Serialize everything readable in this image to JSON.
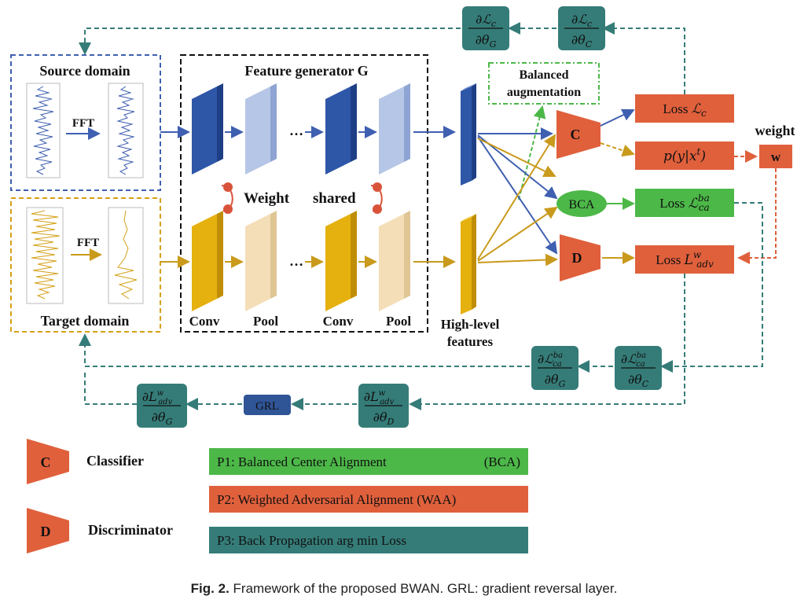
{
  "colors": {
    "source": "#3f5fb0",
    "target": "#d4a017",
    "orange": "#e0603c",
    "green": "#4cb848",
    "teal": "#357c78",
    "grl": "#2f5597",
    "arrow_blue": "#3f5fb0",
    "arrow_gold": "#c99a1c",
    "arrow_green": "#4cb848",
    "arrow_orange": "#e0603c",
    "arrow_teal": "#357c78"
  },
  "source_domain": {
    "title": "Source domain",
    "fft": "FFT"
  },
  "target_domain": {
    "title": "Target domain",
    "fft": "FFT"
  },
  "feature_generator": {
    "title": "Feature generator G",
    "weight": "Weight",
    "shared": "shared",
    "ellipsis": "…",
    "layer_labels": [
      "Conv",
      "Pool",
      "Conv",
      "Pool"
    ]
  },
  "high_level": {
    "line1": "High-level",
    "line2": "features"
  },
  "balanced_aug": {
    "line1": "Balanced",
    "line2": "augmentation"
  },
  "nodes": {
    "classifier": "C",
    "discriminator": "D",
    "bca": "BCA"
  },
  "losses": {
    "lc_prefix": "Loss ",
    "lc": "ℒ",
    "lc_sub": "c",
    "prob_p": "p(y|x",
    "prob_sup": "t",
    "prob_close": ")",
    "lca_prefix": "Loss ",
    "lca": "ℒ",
    "lca_sup": "ba",
    "lca_sub": "ca",
    "ladv_prefix": "Loss ",
    "ladv": "L",
    "ladv_sup": "w",
    "ladv_sub": "adv"
  },
  "weight": {
    "label": "weight",
    "symbol": "w"
  },
  "gradients": {
    "partial": "∂",
    "theta": "θ",
    "g1": {
      "num": "ℒ",
      "num_sub": "c",
      "num_sup": "",
      "den_sub": "G"
    },
    "g2": {
      "num": "ℒ",
      "num_sub": "c",
      "num_sup": "",
      "den_sub": "C"
    },
    "g3": {
      "num": "ℒ",
      "num_sub": "ca",
      "num_sup": "ba",
      "den_sub": "G"
    },
    "g4": {
      "num": "ℒ",
      "num_sub": "ca",
      "num_sup": "ba",
      "den_sub": "C"
    },
    "g5": {
      "num": "L",
      "num_sub": "adv",
      "num_sup": "w",
      "den_sub": "D"
    },
    "g6": {
      "num": "L",
      "num_sub": "adv",
      "num_sup": "w",
      "den_sub": "G"
    }
  },
  "grl": "GRL",
  "legend": {
    "classifier_symbol": "C",
    "classifier": "Classifier",
    "discriminator_symbol": "D",
    "discriminator": "Discriminator",
    "p1_left": "P1: Balanced  Center Alignment",
    "p1_right": "(BCA)",
    "p2": "P2: Weighted Adversarial Alignment (WAA)",
    "p3": "P3: Back Propagation arg min Loss"
  },
  "caption": {
    "bold": "Fig. 2.",
    "text": " Framework of the proposed BWAN. GRL: gradient reversal layer."
  }
}
